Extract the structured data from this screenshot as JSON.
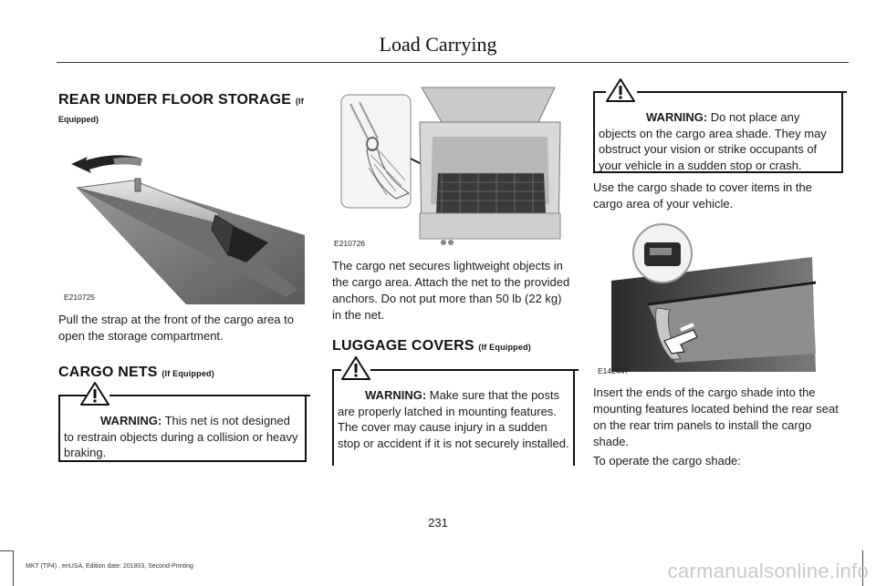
{
  "header": {
    "title": "Load Carrying"
  },
  "col1": {
    "heading": "REAR UNDER FLOOR STORAGE",
    "heading_suffix": "(If",
    "heading_suffix2": "Equipped)",
    "figure_id": "E210725",
    "paragraph": "Pull the strap at the front of the cargo area to open the storage compartment.",
    "heading2": "CARGO NETS",
    "heading2_suffix": "(If Equipped)",
    "warning_label": "WARNING:",
    "warning_text": "This net is not designed to restrain objects during a collision or heavy braking."
  },
  "col2": {
    "figure_id": "E210726",
    "paragraph": "The cargo net secures lightweight objects in the cargo area.  Attach the net to the provided anchors.  Do not put more than 50 lb (22 kg) in the net.",
    "heading": "LUGGAGE COVERS",
    "heading_suffix": "(If Equipped)",
    "warning_label": "WARNING:",
    "warning_text": "Make sure that the posts are properly latched in mounting features. The cover may cause injury in a sudden stop or accident if it is not securely installed."
  },
  "col3": {
    "warning_label": "WARNING:",
    "warning_text": "Do not place any objects on the cargo area shade. They may obstruct your vision or strike occupants of your vehicle in a sudden stop or crash.",
    "paragraph1": "Use the cargo shade to cover items in the cargo area of your vehicle.",
    "figure_id": "E142447",
    "paragraph2": "Insert the ends of the cargo shade into the mounting features located behind the rear seat on the rear trim panels to install the cargo shade.",
    "paragraph3": "To operate the cargo shade:"
  },
  "page_number": "231",
  "footer": "MKT (TP4) , enUSA, Edition date: 201803, Second-Printing",
  "watermark": "carmanualsonline.info"
}
